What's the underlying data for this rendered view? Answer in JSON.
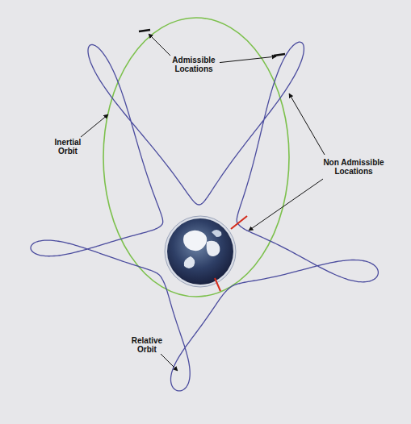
{
  "diagram": {
    "labels": [
      "Admissible Locations",
      "Inertial Orbit",
      "Non Admissible Locations",
      "Relative Orbit"
    ]
  }
}
